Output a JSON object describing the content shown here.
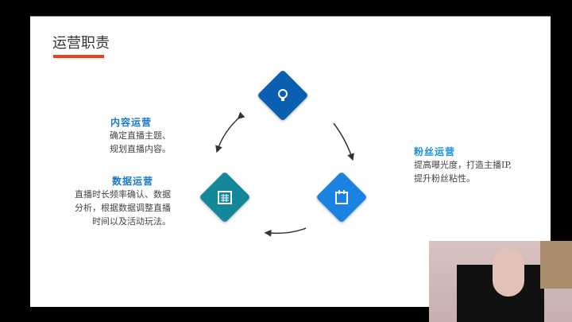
{
  "slide": {
    "title": "运营职责",
    "accent": "#e8431c",
    "items": [
      {
        "heading": "内容运营",
        "lines": [
          "确定直播主题、",
          "规划直播内容。"
        ]
      },
      {
        "heading": "数据运营",
        "lines": [
          "直播时长频率确认、数据",
          "分析，根据数据调整直播",
          "时间以及活动玩法。"
        ]
      },
      {
        "heading": "粉丝运营",
        "lines": [
          "提高曝光度，打造主播IP,",
          "提升粉丝粘性。"
        ]
      }
    ],
    "colors": {
      "top": "#0a5fb0",
      "left": "#14889a",
      "right": "#1a82e0"
    }
  }
}
